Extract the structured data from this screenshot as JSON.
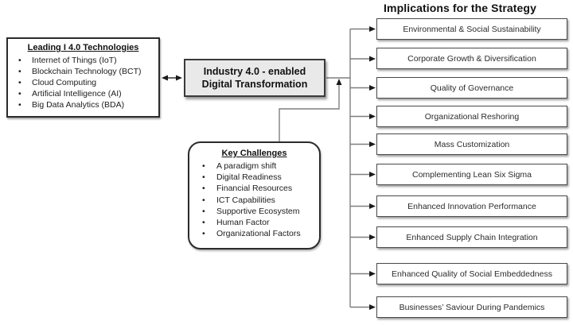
{
  "colors": {
    "line_gray": "#7f7f7f",
    "arrow_dark": "#1a1a1a",
    "center_box_fill": "#e9e9e9",
    "box_border": "#2b2b2b"
  },
  "technologies": {
    "title": "Leading I 4.0 Technologies",
    "items": [
      "Internet of Things (IoT)",
      "Blockchain Technology (BCT)",
      "Cloud Computing",
      "Artificial Intelligence (AI)",
      "Big Data Analytics (BDA)"
    ]
  },
  "center": {
    "line1": "Industry 4.0 - enabled",
    "line2": "Digital Transformation"
  },
  "challenges": {
    "title": "Key Challenges",
    "items": [
      "A paradigm shift",
      "Digital Readiness",
      "Financial Resources",
      "ICT Capabilities",
      "Supportive Ecosystem",
      "Human Factor",
      "Organizational Factors"
    ]
  },
  "strategy": {
    "title": "Implications for the Strategy",
    "items": [
      "Environmental & Social Sustainability",
      "Corporate Growth & Diversification",
      "Quality of Governance",
      "Organizational Reshoring",
      "Mass Customization",
      "Complementing Lean Six Sigma",
      "Enhanced Innovation Performance",
      "Enhanced Supply Chain Integration",
      "Enhanced Quality of Social Embeddedness",
      "Businesses’ Saviour During Pandemics"
    ]
  }
}
